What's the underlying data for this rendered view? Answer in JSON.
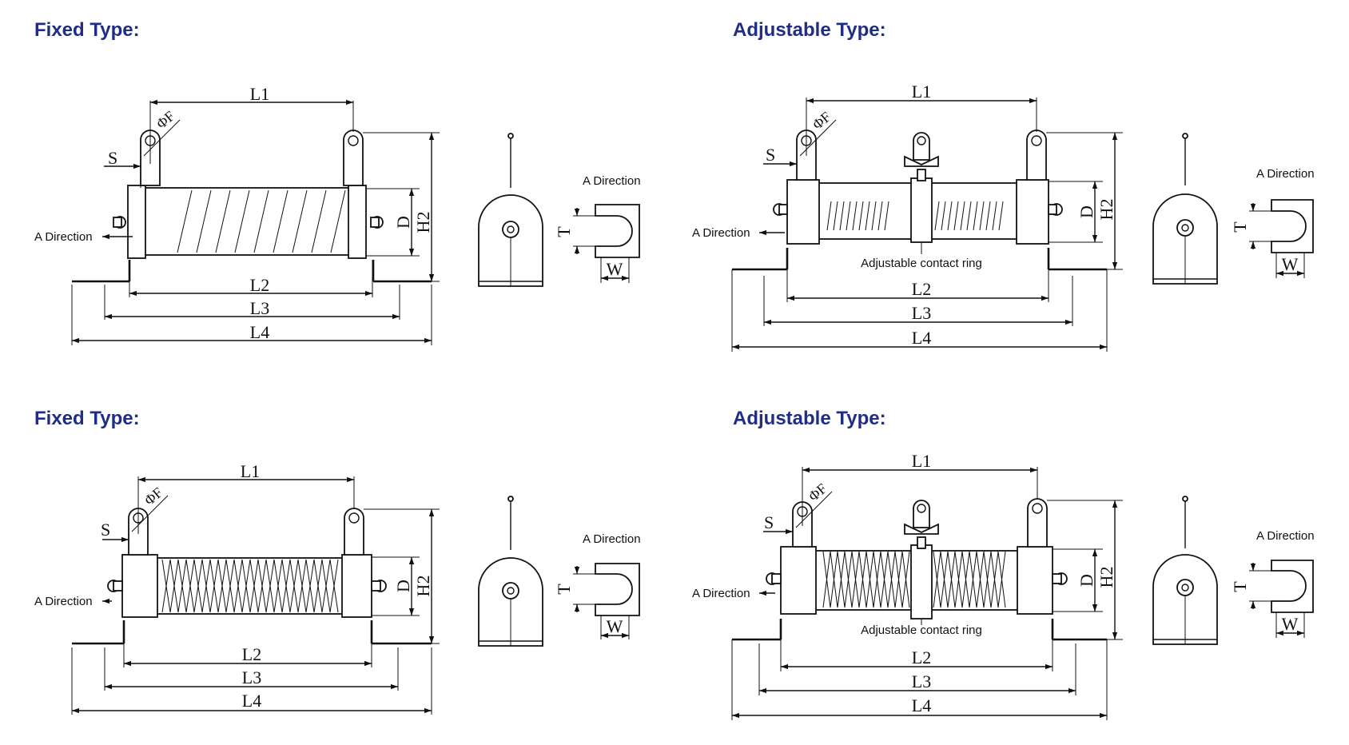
{
  "panels": [
    {
      "title": "Fixed Type:",
      "variant": "fixed",
      "winding": "diagonal",
      "labels": {
        "l1": "L1",
        "l2": "L2",
        "l3": "L3",
        "l4": "L4",
        "h2": "H2",
        "d": "D",
        "s": "S",
        "phi_f": "ΦF",
        "a_direction": "A Direction",
        "a_direction_end": "A Direction",
        "t": "T",
        "w": "W"
      }
    },
    {
      "title": "Adjustable Type:",
      "variant": "adjustable",
      "winding": "vertical",
      "labels": {
        "l1": "L1",
        "l2": "L2",
        "l3": "L3",
        "l4": "L4",
        "h2": "H2",
        "d": "D",
        "s": "S",
        "phi_f": "ΦF",
        "a_direction": "A Direction",
        "a_direction_end": "A Direction",
        "t": "T",
        "w": "W",
        "contact_ring": "Adjustable contact ring"
      }
    },
    {
      "title": "Fixed Type:",
      "variant": "fixed",
      "winding": "zigzag",
      "labels": {
        "l1": "L1",
        "l2": "L2",
        "l3": "L3",
        "l4": "L4",
        "h2": "H2",
        "d": "D",
        "s": "S",
        "phi_f": "ΦF",
        "a_direction": "A Direction",
        "a_direction_end": "A Direction",
        "t": "T",
        "w": "W"
      }
    },
    {
      "title": "Adjustable Type:",
      "variant": "adjustable",
      "winding": "zigzag",
      "labels": {
        "l1": "L1",
        "l2": "L2",
        "l3": "L3",
        "l4": "L4",
        "h2": "H2",
        "d": "D",
        "s": "S",
        "phi_f": "ΦF",
        "a_direction": "A Direction",
        "a_direction_end": "A Direction",
        "t": "T",
        "w": "W",
        "contact_ring": "Adjustable contact ring"
      }
    }
  ],
  "colors": {
    "title": "#1f2d86",
    "line": "#111111",
    "background": "#ffffff"
  }
}
